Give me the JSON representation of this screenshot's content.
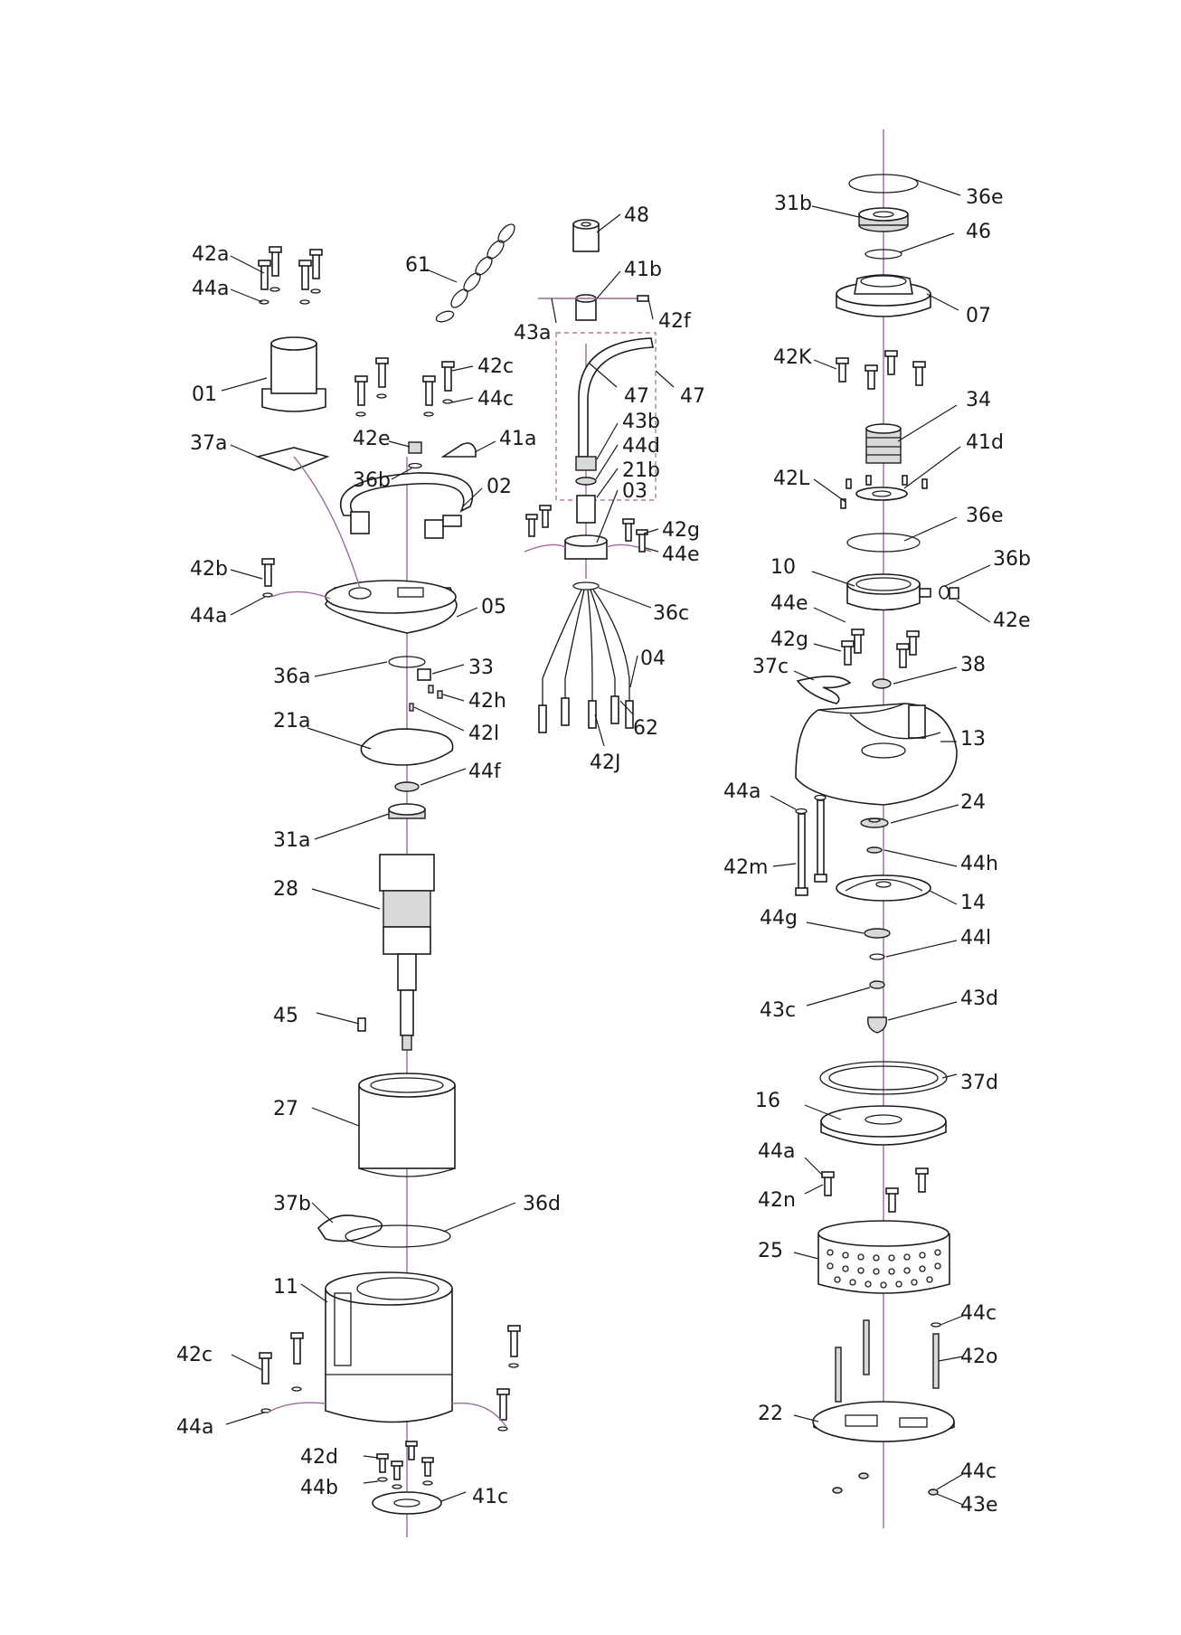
{
  "callouts": [
    {
      "id": "lbl-36e-top",
      "text": "36e"
    },
    {
      "id": "lbl-31b",
      "text": "31b"
    },
    {
      "id": "lbl-46",
      "text": "46"
    },
    {
      "id": "lbl-07",
      "text": "07"
    },
    {
      "id": "lbl-42K",
      "text": "42K"
    },
    {
      "id": "lbl-34",
      "text": "34"
    },
    {
      "id": "lbl-41d",
      "text": "41d"
    },
    {
      "id": "lbl-42L",
      "text": "42L"
    },
    {
      "id": "lbl-36e-mid",
      "text": "36e"
    },
    {
      "id": "lbl-10",
      "text": "10"
    },
    {
      "id": "lbl-36b-right",
      "text": "36b"
    },
    {
      "id": "lbl-44e-right",
      "text": "44e"
    },
    {
      "id": "lbl-42e-right",
      "text": "42e"
    },
    {
      "id": "lbl-42g-right",
      "text": "42g"
    },
    {
      "id": "lbl-37c",
      "text": "37c"
    },
    {
      "id": "lbl-38",
      "text": "38"
    },
    {
      "id": "lbl-13",
      "text": "13"
    },
    {
      "id": "lbl-44a-right1",
      "text": "44a"
    },
    {
      "id": "lbl-24",
      "text": "24"
    },
    {
      "id": "lbl-42m",
      "text": "42m"
    },
    {
      "id": "lbl-44h",
      "text": "44h"
    },
    {
      "id": "lbl-14",
      "text": "14"
    },
    {
      "id": "lbl-44g",
      "text": "44g"
    },
    {
      "id": "lbl-44l",
      "text": "44l"
    },
    {
      "id": "lbl-43c",
      "text": "43c"
    },
    {
      "id": "lbl-43d",
      "text": "43d"
    },
    {
      "id": "lbl-37d",
      "text": "37d"
    },
    {
      "id": "lbl-16",
      "text": "16"
    },
    {
      "id": "lbl-44a-right2",
      "text": "44a"
    },
    {
      "id": "lbl-42n",
      "text": "42n"
    },
    {
      "id": "lbl-25",
      "text": "25"
    },
    {
      "id": "lbl-44c-right1",
      "text": "44c"
    },
    {
      "id": "lbl-42o",
      "text": "42o"
    },
    {
      "id": "lbl-22",
      "text": "22"
    },
    {
      "id": "lbl-44c-right2",
      "text": "44c"
    },
    {
      "id": "lbl-43e",
      "text": "43e"
    },
    {
      "id": "lbl-48",
      "text": "48"
    },
    {
      "id": "lbl-41b",
      "text": "41b"
    },
    {
      "id": "lbl-43a",
      "text": "43a"
    },
    {
      "id": "lbl-42f",
      "text": "42f"
    },
    {
      "id": "lbl-47-inner",
      "text": "47"
    },
    {
      "id": "lbl-47-outer",
      "text": "47"
    },
    {
      "id": "lbl-43b",
      "text": "43b"
    },
    {
      "id": "lbl-44d",
      "text": "44d"
    },
    {
      "id": "lbl-21b",
      "text": "21b"
    },
    {
      "id": "lbl-03",
      "text": "03"
    },
    {
      "id": "lbl-42g-mid",
      "text": "42g"
    },
    {
      "id": "lbl-44e-mid",
      "text": "44e"
    },
    {
      "id": "lbl-36c",
      "text": "36c"
    },
    {
      "id": "lbl-04",
      "text": "04"
    },
    {
      "id": "lbl-62",
      "text": "62"
    },
    {
      "id": "lbl-42J",
      "text": "42J"
    },
    {
      "id": "lbl-61",
      "text": "61"
    },
    {
      "id": "lbl-42a",
      "text": "42a"
    },
    {
      "id": "lbl-44a-left1",
      "text": "44a"
    },
    {
      "id": "lbl-01",
      "text": "01"
    },
    {
      "id": "lbl-37a",
      "text": "37a"
    },
    {
      "id": "lbl-42c-top",
      "text": "42c"
    },
    {
      "id": "lbl-44c-top",
      "text": "44c"
    },
    {
      "id": "lbl-42e-left",
      "text": "42e"
    },
    {
      "id": "lbl-41a",
      "text": "41a"
    },
    {
      "id": "lbl-36b-left",
      "text": "36b"
    },
    {
      "id": "lbl-02",
      "text": "02"
    },
    {
      "id": "lbl-42b",
      "text": "42b"
    },
    {
      "id": "lbl-44a-left2",
      "text": "44a"
    },
    {
      "id": "lbl-05",
      "text": "05"
    },
    {
      "id": "lbl-36a",
      "text": "36a"
    },
    {
      "id": "lbl-33",
      "text": "33"
    },
    {
      "id": "lbl-42h",
      "text": "42h"
    },
    {
      "id": "lbl-21a",
      "text": "21a"
    },
    {
      "id": "lbl-42l",
      "text": "42l"
    },
    {
      "id": "lbl-44f",
      "text": "44f"
    },
    {
      "id": "lbl-31a",
      "text": "31a"
    },
    {
      "id": "lbl-28",
      "text": "28"
    },
    {
      "id": "lbl-45",
      "text": "45"
    },
    {
      "id": "lbl-27",
      "text": "27"
    },
    {
      "id": "lbl-37b",
      "text": "37b"
    },
    {
      "id": "lbl-36d",
      "text": "36d"
    },
    {
      "id": "lbl-11",
      "text": "11"
    },
    {
      "id": "lbl-42c-bottom",
      "text": "42c"
    },
    {
      "id": "lbl-44a-left3",
      "text": "44a"
    },
    {
      "id": "lbl-42d",
      "text": "42d"
    },
    {
      "id": "lbl-44b",
      "text": "44b"
    },
    {
      "id": "lbl-41c",
      "text": "41c"
    }
  ]
}
